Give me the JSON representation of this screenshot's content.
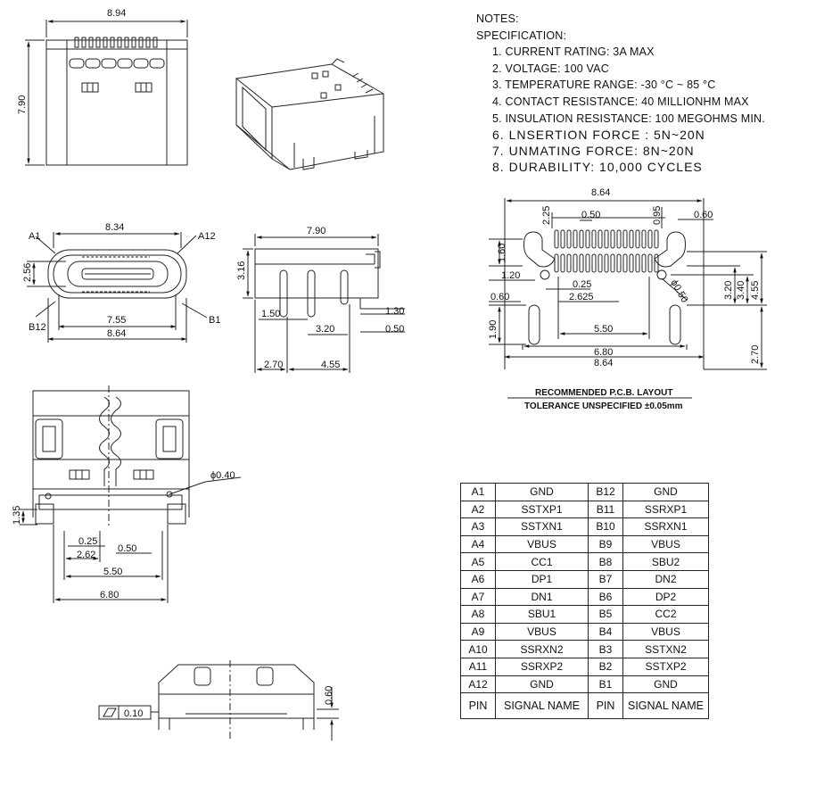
{
  "notes": {
    "heading1": "NOTES:",
    "heading2": "SPECIFICATION:",
    "items": [
      "1. CURRENT RATING: 3A MAX",
      "2. VOLTAGE: 100 VAC",
      "3. TEMPERATURE RANGE: -30 °C ~ 85 °C",
      "4. CONTACT RESISTANCE: 40 MILLIONHM MAX",
      "5. INSULATION RESISTANCE: 100 MEGOHMS MIN.",
      "6. LNSERTION FORCE : 5N~20N",
      "7. UNMATING FORCE: 8N~20N",
      "8. DURABILITY:  10,000 CYCLES"
    ]
  },
  "dims": {
    "top_w": "8.94",
    "top_h": "7.90",
    "front_a1": "A1",
    "front_a12": "A12",
    "front_b12": "B12",
    "front_b1": "B1",
    "front_834": "8.34",
    "front_256": "2.56",
    "front_755": "7.55",
    "front_864": "8.64",
    "side_790": "7.90",
    "side_316": "3.16",
    "side_150": "1.50",
    "side_130": "1.30",
    "side_320": "3.20",
    "side_050": "0.50",
    "side_270": "2.70",
    "side_455": "4.55",
    "bot_040": "ϕ0.40",
    "bot_135": "1.35",
    "bot_025": "0.25",
    "bot_050": "0.50",
    "bot_262": "2.62",
    "bot_550": "5.50",
    "bot_680": "6.80",
    "end_060": "0.60",
    "end_flat": "0.10",
    "pcb_864": "8.64",
    "pcb_225": "2.25",
    "pcb_050": "0.50",
    "pcb_095": "0.95",
    "pcb_060a": "0.60",
    "pcb_160": "1.60",
    "pcb_120": "1.20",
    "pcb_025": "0.25",
    "pcb_2625": "2.625",
    "pcb_060b": "0.60",
    "pcb_190": "1.90",
    "pcb_phi": "ϕ0.50",
    "pcb_320": "3.20",
    "pcb_340": "3.40",
    "pcb_455": "4.55",
    "pcb_550": "5.50",
    "pcb_680": "6.80",
    "pcb_864b": "8.64",
    "pcb_270": "2.70"
  },
  "pcb_caption": {
    "line1": "RECOMMENDED   P.C.B.  LAYOUT",
    "line2": "TOLERANCE  UNSPECIFIED  ±0.05mm"
  },
  "pin_table": {
    "rows": [
      [
        "A1",
        "GND",
        "B12",
        "GND"
      ],
      [
        "A2",
        "SSTXP1",
        "B11",
        "SSRXP1"
      ],
      [
        "A3",
        "SSTXN1",
        "B10",
        "SSRXN1"
      ],
      [
        "A4",
        "VBUS",
        "B9",
        "VBUS"
      ],
      [
        "A5",
        "CC1",
        "B8",
        "SBU2"
      ],
      [
        "A6",
        "DP1",
        "B7",
        "DN2"
      ],
      [
        "A7",
        "DN1",
        "B6",
        "DP2"
      ],
      [
        "A8",
        "SBU1",
        "B5",
        "CC2"
      ],
      [
        "A9",
        "VBUS",
        "B4",
        "VBUS"
      ],
      [
        "A10",
        "SSRXN2",
        "B3",
        "SSTXN2"
      ],
      [
        "A11",
        "SSRXP2",
        "B2",
        "SSTXP2"
      ],
      [
        "A12",
        "GND",
        "B1",
        "GND"
      ]
    ],
    "header": [
      "PIN",
      "SIGNAL NAME",
      "PIN",
      "SIGNAL NAME"
    ]
  }
}
